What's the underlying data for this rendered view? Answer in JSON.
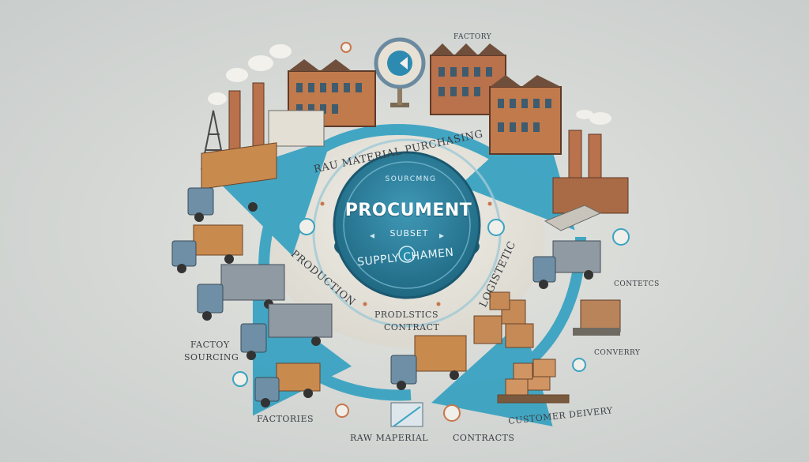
{
  "diagram": {
    "center": {
      "top_text": "SOURCMNG",
      "title": "PROCUMENT",
      "subtitle": "SUBSET",
      "arc_text": "SUPPLY CHAMEN"
    },
    "ring_labels": {
      "top": "RAU MATERIAL PURCHASING",
      "left": "PRODUCTION",
      "right": "LOGISTETIC"
    },
    "inner_labels": {
      "lower_line1": "PRODLSTICS",
      "lower_line2": "CONTRACT"
    },
    "outer_labels": {
      "factory": "FACTORY",
      "contetcs": "CONTETCS",
      "converry": "CONVERRY",
      "factoy_sourcing_line1": "FACTOY",
      "factoy_sourcing_line2": "SOURCING",
      "factories": "FACTORIES",
      "raw_material": "RAW MAPERIAL",
      "contracts": "CONTRACTS",
      "customer_delivery": "CUSTOMER DEIVERY"
    },
    "colors": {
      "ring": "#3aa3c2",
      "center": "#2f7f9c",
      "brick": "#c07a4c",
      "truck_cab": "#6e8fa6"
    }
  }
}
